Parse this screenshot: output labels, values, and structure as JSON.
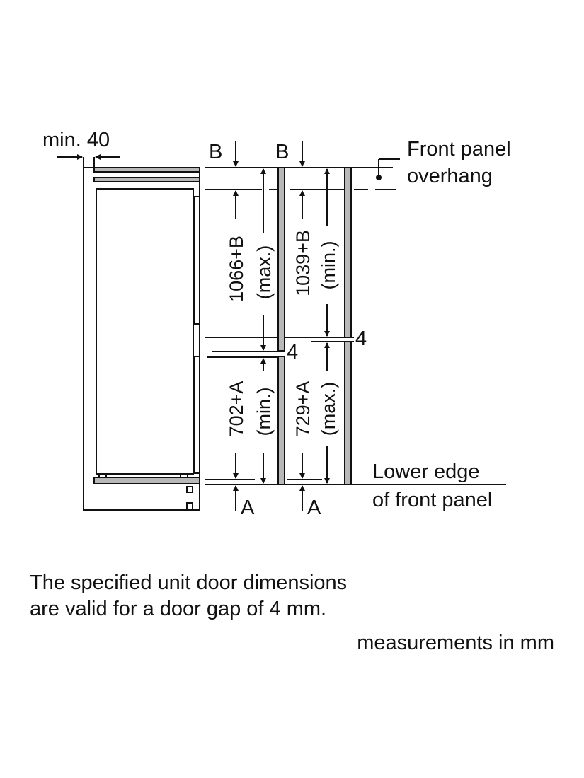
{
  "diagram": {
    "min_clearance_label": "min. 40",
    "front_panel_label": [
      "Front panel",
      "overhang"
    ],
    "lower_edge_label": [
      "Lower edge",
      "of front panel"
    ],
    "b_label": "B",
    "a_label": "A",
    "gap_label": "4",
    "upper_left_dim": "1066+B",
    "upper_left_qual": "(max.)",
    "upper_right_dim": "1039+B",
    "upper_right_qual": "(min.)",
    "lower_left_dim": "702+A",
    "lower_left_qual": "(min.)",
    "lower_right_dim": "729+A",
    "lower_right_qual": "(max.)"
  },
  "notes": {
    "line1": "The specified unit door dimensions",
    "line2": "are valid for a door gap of 4 mm.",
    "units": "measurements in mm"
  },
  "colors": {
    "line": "#111111",
    "panel": "#b8b8b8"
  }
}
